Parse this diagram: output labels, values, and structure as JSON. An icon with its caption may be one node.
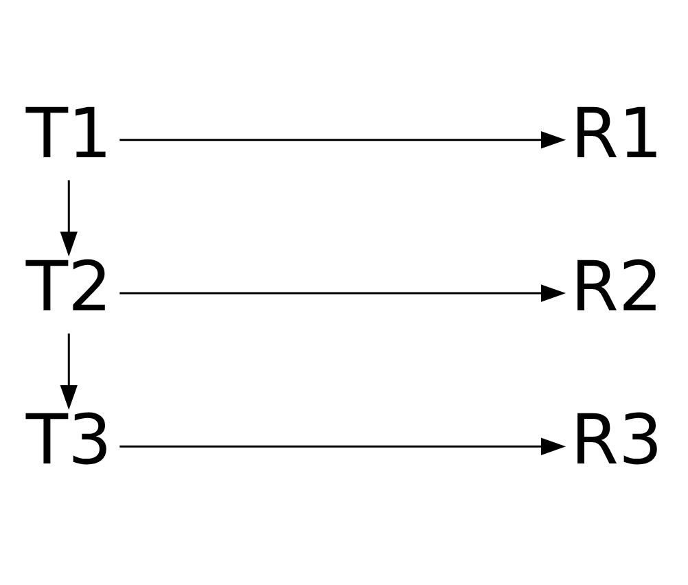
{
  "diagram": {
    "nodes": [
      {
        "text": [
          "T1"
        ]
      },
      {
        "text": [
          "R1"
        ]
      },
      {
        "text": [
          "T2"
        ]
      },
      {
        "text": [
          "R2"
        ]
      },
      {
        "text": [
          "T3"
        ]
      },
      {
        "text": [
          "R3"
        ]
      }
    ],
    "edges": [
      {
        "from": 0,
        "to": 1,
        "arrow": "to"
      },
      {
        "from": 0,
        "to": 2,
        "arrow": "to"
      },
      {
        "from": 2,
        "to": 3,
        "arrow": "to"
      },
      {
        "from": 2,
        "to": 4,
        "arrow": "to"
      },
      {
        "from": 4,
        "to": 5,
        "arrow": "to"
      }
    ]
  }
}
